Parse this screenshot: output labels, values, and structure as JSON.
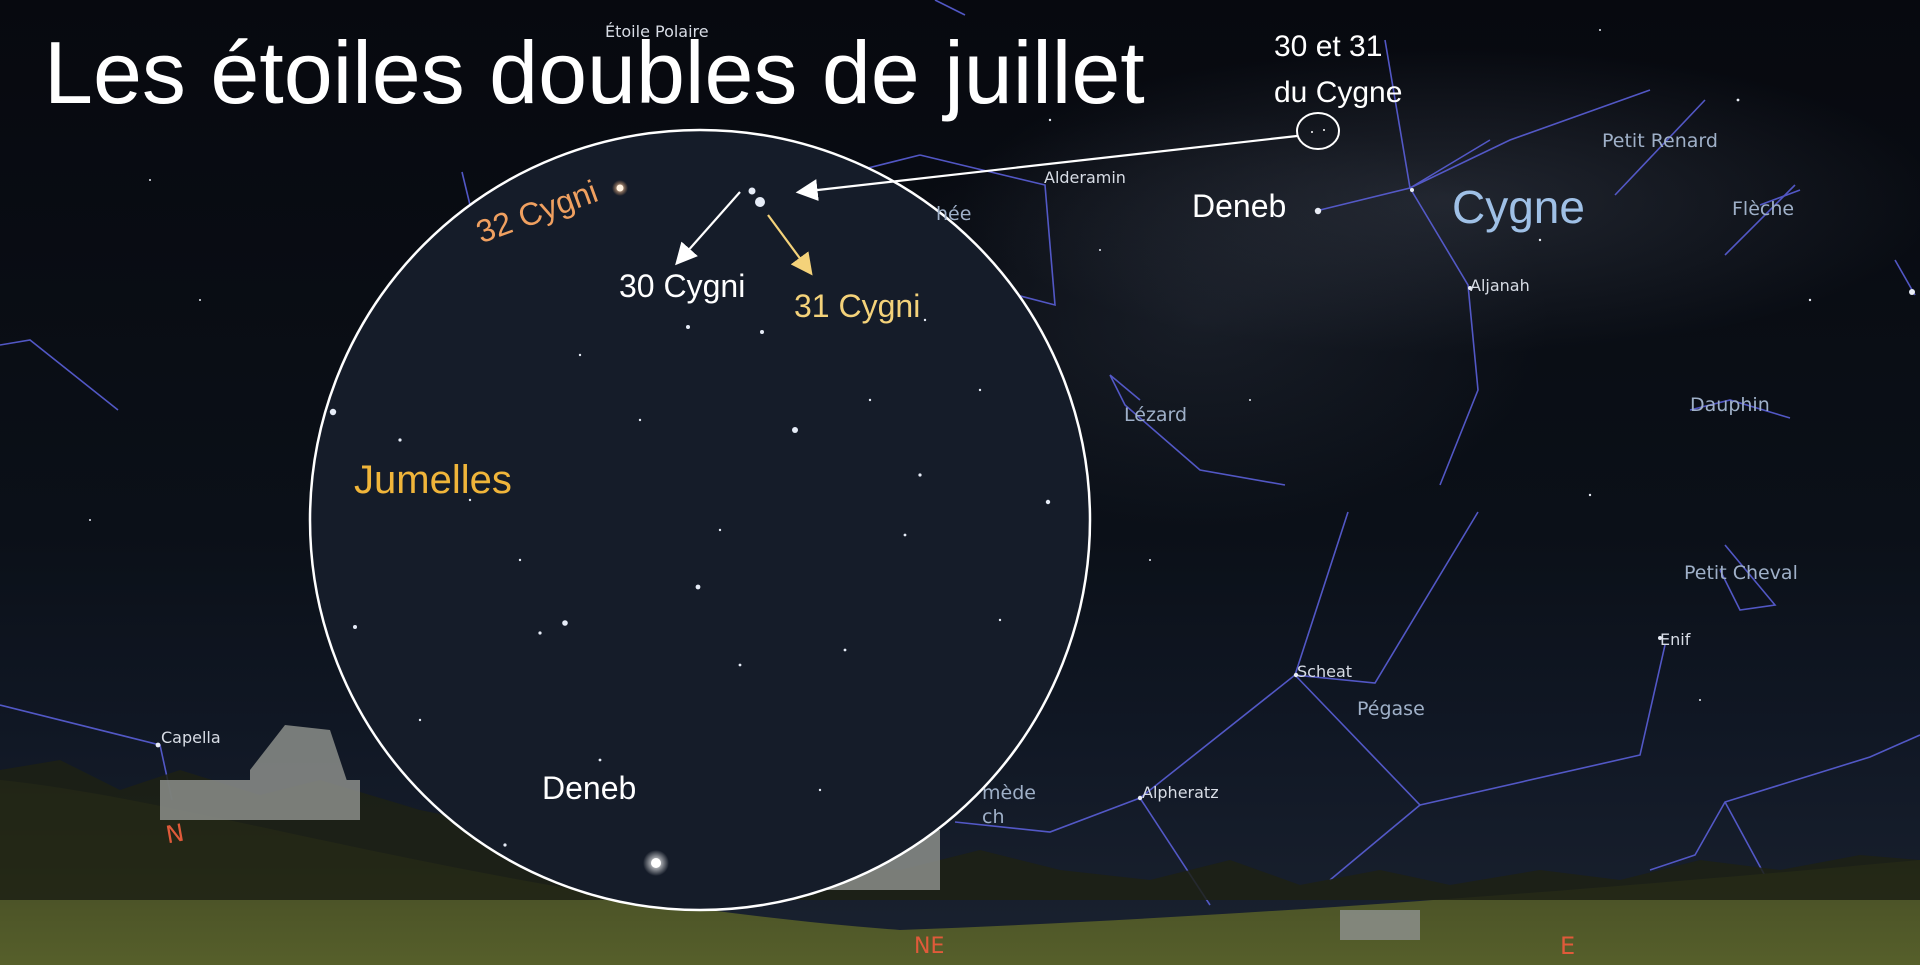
{
  "title": "Les étoiles doubles de juillet",
  "callout": {
    "line1": "30 et 31",
    "line2": "du Cygne"
  },
  "view_labels": {
    "deneb_outside": "Deneb",
    "cygne": "Cygne",
    "jumelles": "Jumelles",
    "c30": "30 Cygni",
    "c31": "31 Cygni",
    "c32": "32 Cygni",
    "deneb_inside": "Deneb"
  },
  "star_labels": {
    "etoile_polaire": "Étoile Polaire",
    "alderamin": "Alderamin",
    "aljanah": "Aljanah",
    "scheat": "Scheat",
    "enif": "Enif",
    "alpheratz": "Alpheratz",
    "capella": "Capella"
  },
  "constellation_labels": {
    "petit_renard": "Petit Renard",
    "fleche": "Flèche",
    "lezard": "Lézard",
    "dauphin": "Dauphin",
    "petit_cheval": "Petit Cheval",
    "pegase": "Pégase",
    "cephee_partial": "hée",
    "andromede_partial": "mède",
    "andromede_partial2": "ch"
  },
  "compass": {
    "north": "N",
    "northeast": "NE",
    "east": "E"
  },
  "colors": {
    "constellation_lines": "#5a5fd8",
    "callout_text": "#ffffff",
    "jumelles": "#f0b53a",
    "cygni31": "#f4d27a",
    "cygni32": "#f0a060",
    "cygne": "#9fc0e6",
    "compass": "#e05a3a"
  }
}
